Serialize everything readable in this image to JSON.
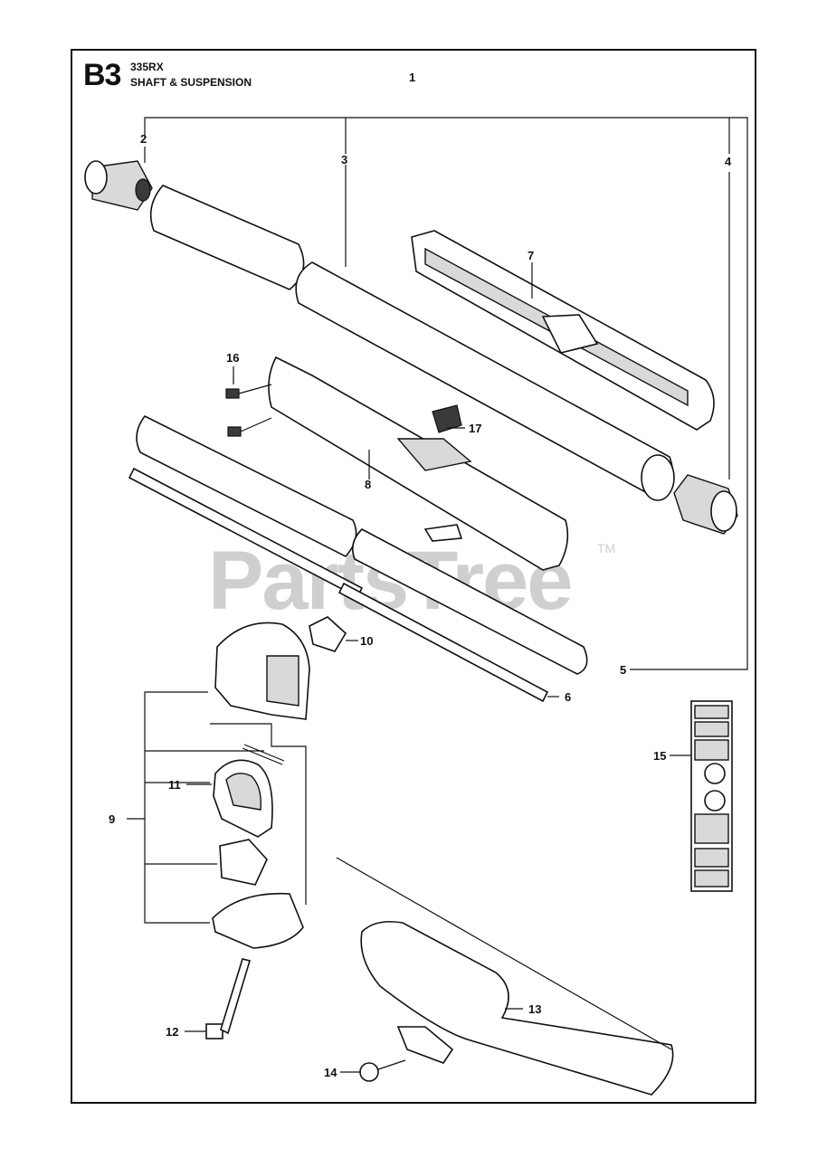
{
  "header": {
    "section": "B3",
    "model": "335RX",
    "title": "SHAFT & SUSPENSION"
  },
  "watermark": {
    "text": "PartsTree",
    "tm": "TM"
  },
  "callouts": {
    "c1": "1",
    "c2": "2",
    "c3": "3",
    "c4": "4",
    "c5": "5",
    "c6": "6",
    "c7": "7",
    "c8": "8",
    "c9": "9",
    "c10": "10",
    "c11": "11",
    "c12": "12",
    "c13": "13",
    "c14": "14",
    "c15": "15",
    "c16": "16",
    "c17": "17"
  },
  "colors": {
    "line": "#111111",
    "watermark": "#cfcfcf",
    "background": "#ffffff"
  }
}
